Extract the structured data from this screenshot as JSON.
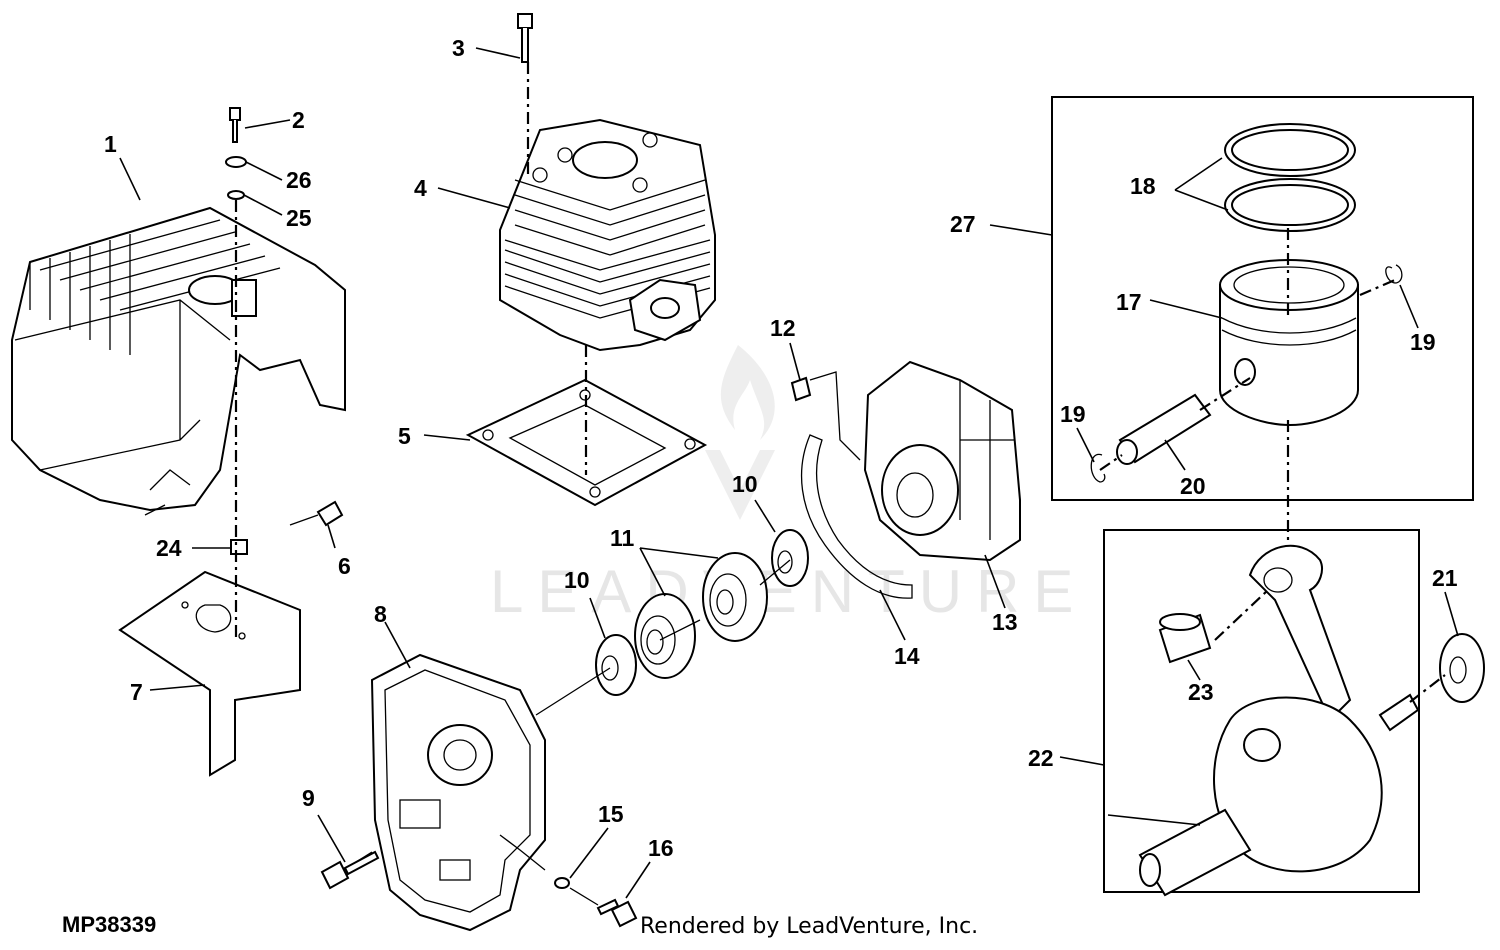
{
  "figure_id": "MP38339",
  "credit": "Rendered by LeadVenture, Inc.",
  "watermark": "LEADVENTURE",
  "callouts": [
    "1",
    "2",
    "3",
    "4",
    "5",
    "6",
    "7",
    "8",
    "9",
    "10",
    "10",
    "11",
    "12",
    "13",
    "14",
    "15",
    "16",
    "17",
    "18",
    "19",
    "19",
    "20",
    "21",
    "22",
    "23",
    "24",
    "25",
    "26",
    "27"
  ]
}
